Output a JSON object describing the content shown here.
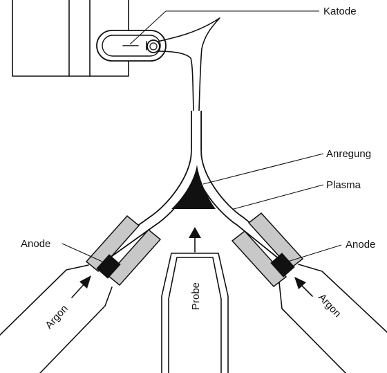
{
  "labels": {
    "katode": "Katode",
    "anregung": "Anregung",
    "plasma": "Plasma",
    "anode_left": "Anode",
    "anode_right": "Anode",
    "argon_left": "Argon",
    "argon_right": "Argon",
    "probe": "Probe"
  },
  "colors": {
    "line": "#111111",
    "electrode_fill": "#c8c8c8",
    "anode_fill": "#111111",
    "background": "#ffffff"
  }
}
